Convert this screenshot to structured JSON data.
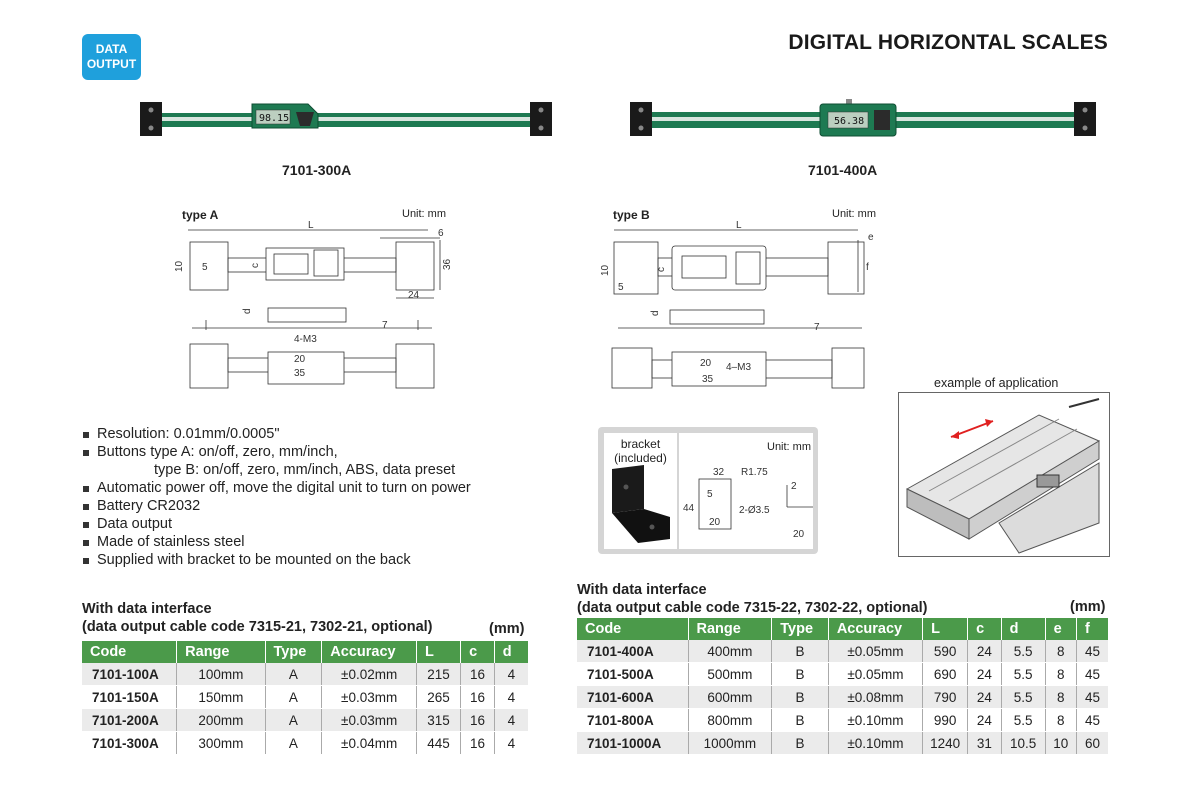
{
  "badge": {
    "line1": "DATA",
    "line2": "OUTPUT"
  },
  "title": "DIGITAL HORIZONTAL SCALES",
  "products": [
    {
      "model": "7101-300A",
      "display": "98.15"
    },
    {
      "model": "7101-400A",
      "display": "56.38"
    }
  ],
  "drawings": {
    "a": {
      "type": "type A",
      "unit": "Unit: mm",
      "L": "L",
      "c": "c",
      "d": "d",
      "dims": {
        "six": "6",
        "ten": "10",
        "five": "5",
        "thirtysix": "36",
        "twentyfour": "24",
        "seven": "7",
        "m3": "4-M3",
        "twenty": "20",
        "thirtyfive": "35"
      }
    },
    "b": {
      "type": "type B",
      "unit": "Unit: mm",
      "L": "L",
      "c": "c",
      "d": "d",
      "e": "e",
      "f": "f",
      "dims": {
        "ten": "10",
        "five": "5",
        "seven": "7",
        "m3": "4–M3",
        "twenty": "20",
        "thirtyfive": "35"
      }
    }
  },
  "bracket": {
    "label1": "bracket",
    "label2": "(included)",
    "unit": "Unit: mm",
    "r": "R1.75",
    "w": "32",
    "h": "44",
    "five": "5",
    "hole": "2-Ø3.5",
    "twenty_a": "20",
    "two": "2",
    "twenty_b": "20"
  },
  "application_label": "example of application",
  "features": [
    {
      "text": "Resolution: 0.01mm/0.0005\"",
      "cont": false
    },
    {
      "text": "Buttons type A: on/off, zero, mm/inch,",
      "cont": false
    },
    {
      "text": "type B: on/off, zero, mm/inch, ABS, data preset",
      "cont": true
    },
    {
      "text": "Automatic power off, move the digital unit to turn on power",
      "cont": false
    },
    {
      "text": "Battery CR2032",
      "cont": false
    },
    {
      "text": "Data output",
      "cont": false
    },
    {
      "text": "Made of stainless steel",
      "cont": false
    },
    {
      "text": "Supplied with bracket to be mounted on the back",
      "cont": false
    }
  ],
  "table_a": {
    "heading1": "With data interface",
    "heading2": "(data output cable code 7315-21, 7302-21, optional)",
    "unit": "(mm)",
    "columns": [
      "Code",
      "Range",
      "Type",
      "Accuracy",
      "L",
      "c",
      "d"
    ],
    "rows": [
      [
        "7101-100A",
        "100mm",
        "A",
        "±0.02mm",
        "215",
        "16",
        "4"
      ],
      [
        "7101-150A",
        "150mm",
        "A",
        "±0.03mm",
        "265",
        "16",
        "4"
      ],
      [
        "7101-200A",
        "200mm",
        "A",
        "±0.03mm",
        "315",
        "16",
        "4"
      ],
      [
        "7101-300A",
        "300mm",
        "A",
        "±0.04mm",
        "445",
        "16",
        "4"
      ]
    ]
  },
  "table_b": {
    "heading1": "With data interface",
    "heading2": "(data output cable code 7315-22, 7302-22, optional)",
    "unit": "(mm)",
    "columns": [
      "Code",
      "Range",
      "Type",
      "Accuracy",
      "L",
      "c",
      "d",
      "e",
      "f"
    ],
    "rows": [
      [
        "7101-400A",
        "400mm",
        "B",
        "±0.05mm",
        "590",
        "24",
        "5.5",
        "8",
        "45"
      ],
      [
        "7101-500A",
        "500mm",
        "B",
        "±0.05mm",
        "690",
        "24",
        "5.5",
        "8",
        "45"
      ],
      [
        "7101-600A",
        "600mm",
        "B",
        "±0.08mm",
        "790",
        "24",
        "5.5",
        "8",
        "45"
      ],
      [
        "7101-800A",
        "800mm",
        "B",
        "±0.10mm",
        "990",
        "24",
        "5.5",
        "8",
        "45"
      ],
      [
        "7101-1000A",
        "1000mm",
        "B",
        "±0.10mm",
        "1240",
        "31",
        "10.5",
        "10",
        "60"
      ]
    ]
  },
  "colors": {
    "accent": "#1fa0dc",
    "table_header": "#4b9a4a",
    "scale_green": "#1e7a52"
  }
}
